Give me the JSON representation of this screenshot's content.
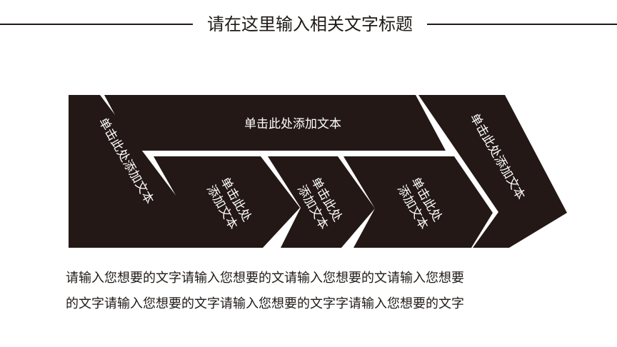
{
  "title": "请在这里输入相关文字标题",
  "diagram": {
    "left_label": "单击此处添加文本",
    "top_label": "单击此处添加文本",
    "right_label": "单击此处添加文本",
    "box1": {
      "line1": "单击此处",
      "line2": "添加文本"
    },
    "box2": {
      "line1": "单击此处",
      "line2": "添加文本"
    },
    "box3": {
      "line1": "单击此处",
      "line2": "添加文本"
    }
  },
  "body": {
    "line1": "请输入您想要的文字请输入您想要的文请输入您想要的文请输入您想要",
    "line2": "的文字请输入您想要的文字请输入您想要的文字字请输入您想要的文字"
  },
  "colors": {
    "shape": "#231815",
    "text": "#1f1a17"
  }
}
